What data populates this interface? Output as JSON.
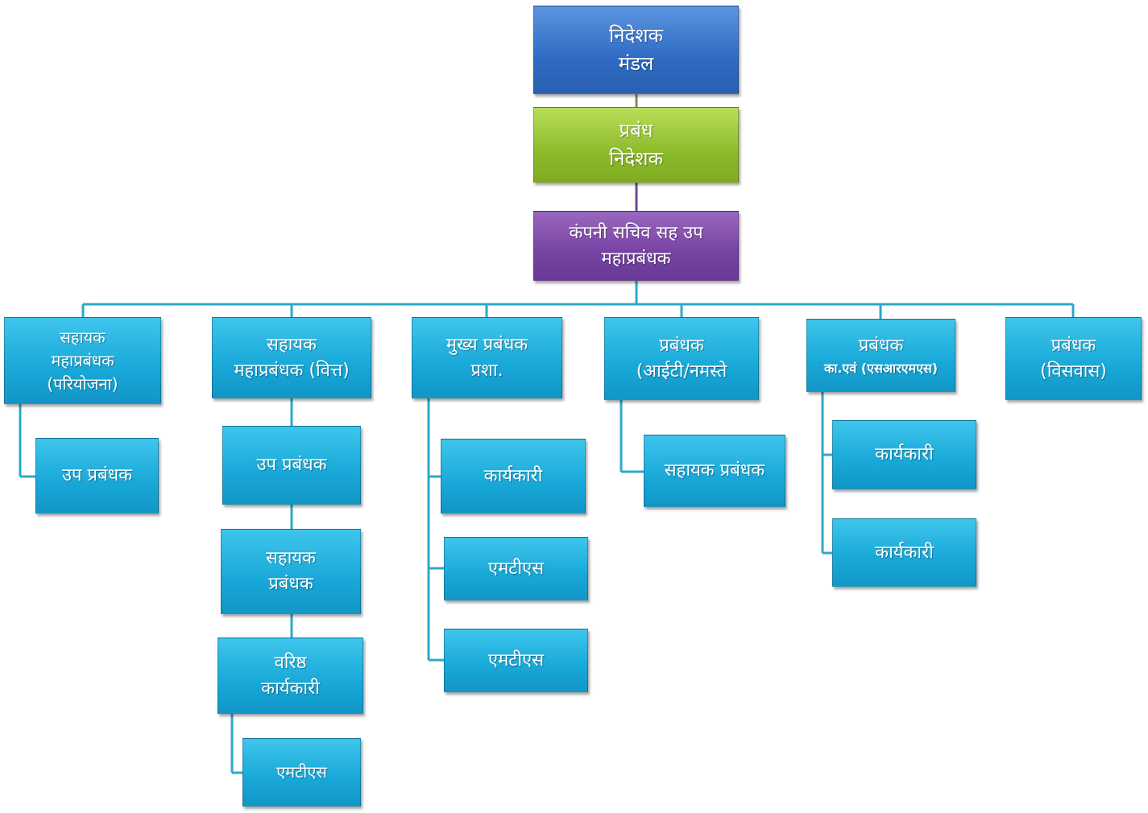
{
  "colors": {
    "board": "#3a78cf",
    "md": "#93c131",
    "cs": "#7d4aa8",
    "dept": "#1ba9d9",
    "connector": "#2ca9c8"
  },
  "top": {
    "board": [
      "निदेशक",
      "मंडल"
    ],
    "md": [
      "प्रबंध",
      "निदेशक"
    ],
    "cs": [
      "कंपनी  सचिव सह उप",
      "महाप्रबंधक"
    ]
  },
  "heads": {
    "projects": [
      "सहायक",
      "महाप्रबंधक",
      "(परियोजना)"
    ],
    "finance": [
      "सहायक",
      "महाप्रबंधक (वित्त)"
    ],
    "admin": [
      "मुख्य  प्रबंधक",
      "प्रशा."
    ],
    "it": [
      "प्रबंधक",
      "(आईटी/नमस्ते"
    ],
    "hr": [
      "प्रबंधक",
      "का.एवं (एसआरएमएस)"
    ],
    "visvas": [
      "प्रबंधक",
      "(विसवास)"
    ]
  },
  "subs": {
    "projects": [
      "उप प्रबंधक"
    ],
    "finance": [
      "उप प्रबंधक",
      "सहायक प्रबंधक",
      "वरिष्ठ कार्यकारी",
      "एमटीएस"
    ],
    "admin": [
      "कार्यकारी",
      "एमटीएस",
      "एमटीएस"
    ],
    "it": [
      "सहायक प्रबंधक"
    ],
    "hr": [
      "कार्यकारी",
      "कार्यकारी"
    ]
  },
  "finance_sub_lines": {
    "assistant_manager": [
      "सहायक",
      "प्रबंधक"
    ],
    "senior_executive": [
      "वरिष्ठ",
      "कार्यकारी"
    ]
  }
}
